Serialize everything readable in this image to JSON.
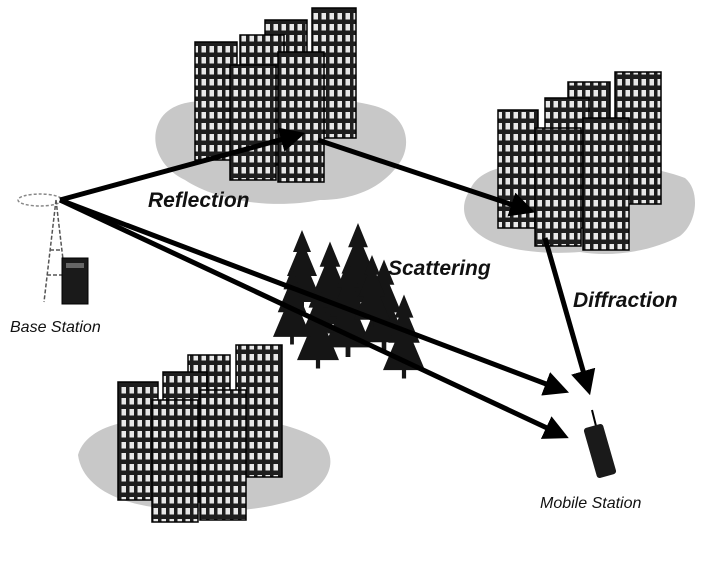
{
  "labels": {
    "reflection": "Reflection",
    "scattering": "Scattering",
    "diffraction": "Diffraction",
    "base_station": "Base Station",
    "mobile_station": "Mobile Station"
  },
  "colors": {
    "ground": "#c8c8c8",
    "building": "#1e1e1e",
    "window": "#e8e8e8",
    "tree": "#151515",
    "ray": "#000000"
  }
}
